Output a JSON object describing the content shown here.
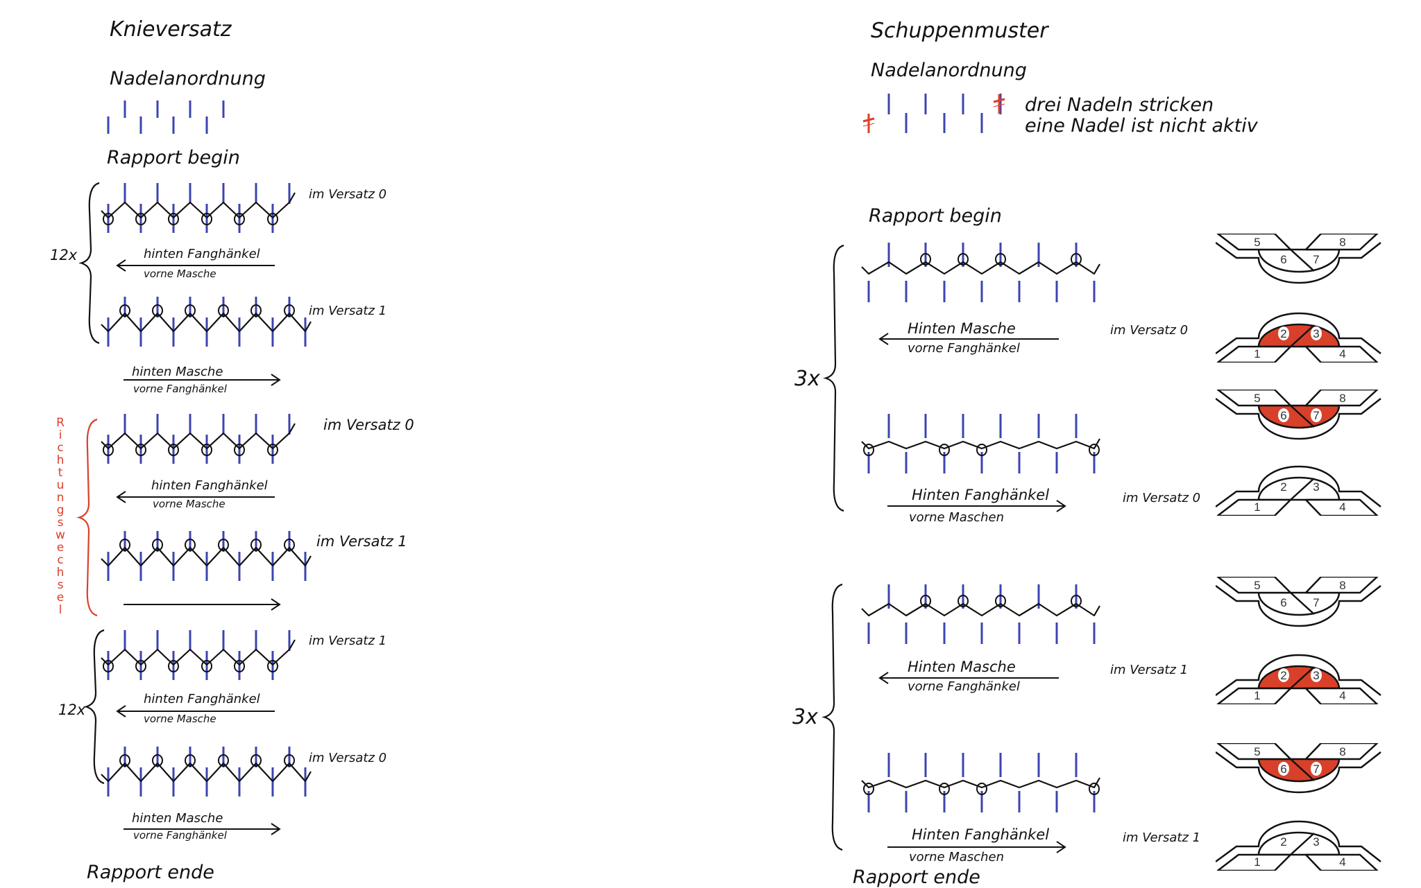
{
  "colors": {
    "needle": "#3c44b0",
    "yarn": "#111111",
    "accent_red": "#d9402a"
  },
  "left": {
    "title": "Knieversatz",
    "needle_arrangement_label": "Nadelanordnung",
    "rapport_begin": "Rapport begin",
    "rapport_end": "Rapport ende",
    "repeat_top": "12x",
    "repeat_bottom": "12x",
    "direction_change": "Richtungswechsel",
    "rows": [
      {
        "label": "im Versatz 0"
      },
      {
        "label": "im Versatz 1"
      },
      {
        "label": "im Versatz 0"
      },
      {
        "label": "im Versatz 1"
      },
      {
        "label": "im Versatz 1"
      },
      {
        "label": "im Versatz 0"
      }
    ],
    "arrows": [
      {
        "direction": "left",
        "above": "hinten Fanghänkel",
        "below": "vorne Masche"
      },
      {
        "direction": "right",
        "above": "hinten Masche",
        "below": "vorne Fanghänkel"
      },
      {
        "direction": "left",
        "above": "hinten Fanghänkel",
        "below": "vorne Masche"
      },
      {
        "direction": "right"
      },
      {
        "direction": "left",
        "above": "hinten Fanghänkel",
        "below": "vorne Masche"
      },
      {
        "direction": "right",
        "above": "hinten Masche",
        "below": "vorne Fanghänkel"
      }
    ]
  },
  "right": {
    "title": "Schuppenmuster",
    "needle_arrangement_label": "Nadelanordnung",
    "legend": [
      "drei Nadeln stricken",
      "eine Nadel ist nicht aktiv"
    ],
    "rapport_begin": "Rapport begin",
    "rapport_end": "Rapport ende",
    "repeat_top": "3x",
    "repeat_bottom": "3x",
    "rows": [
      {
        "label": "im Versatz 0",
        "above": "Hinten Masche",
        "below": "vorne Fanghänkel",
        "direction": "left"
      },
      {
        "label": "im Versatz 0",
        "above": "Hinten Fanghänkel",
        "below": "vorne Maschen",
        "direction": "right"
      },
      {
        "label": "im Versatz 1",
        "above": "Hinten Masche",
        "below": "vorne Fanghänkel",
        "direction": "left"
      },
      {
        "label": "im Versatz 1",
        "above": "Hinten Fanghänkel",
        "below": "vorne Maschen",
        "direction": "right"
      }
    ],
    "diagrams": [
      {
        "type": "top",
        "numbers": [
          "5",
          "6",
          "7",
          "8"
        ],
        "highlighted": false
      },
      {
        "type": "bottom",
        "numbers": [
          "1",
          "2",
          "3",
          "4"
        ],
        "highlighted": true
      },
      {
        "type": "top",
        "numbers": [
          "5",
          "6",
          "7",
          "8"
        ],
        "highlighted": true
      },
      {
        "type": "bottom",
        "numbers": [
          "1",
          "2",
          "3",
          "4"
        ],
        "highlighted": false
      },
      {
        "type": "top",
        "numbers": [
          "5",
          "6",
          "7",
          "8"
        ],
        "highlighted": false
      },
      {
        "type": "bottom",
        "numbers": [
          "1",
          "2",
          "3",
          "4"
        ],
        "highlighted": true
      },
      {
        "type": "top",
        "numbers": [
          "5",
          "6",
          "7",
          "8"
        ],
        "highlighted": true
      },
      {
        "type": "bottom",
        "numbers": [
          "1",
          "2",
          "3",
          "4"
        ],
        "highlighted": false
      }
    ]
  }
}
